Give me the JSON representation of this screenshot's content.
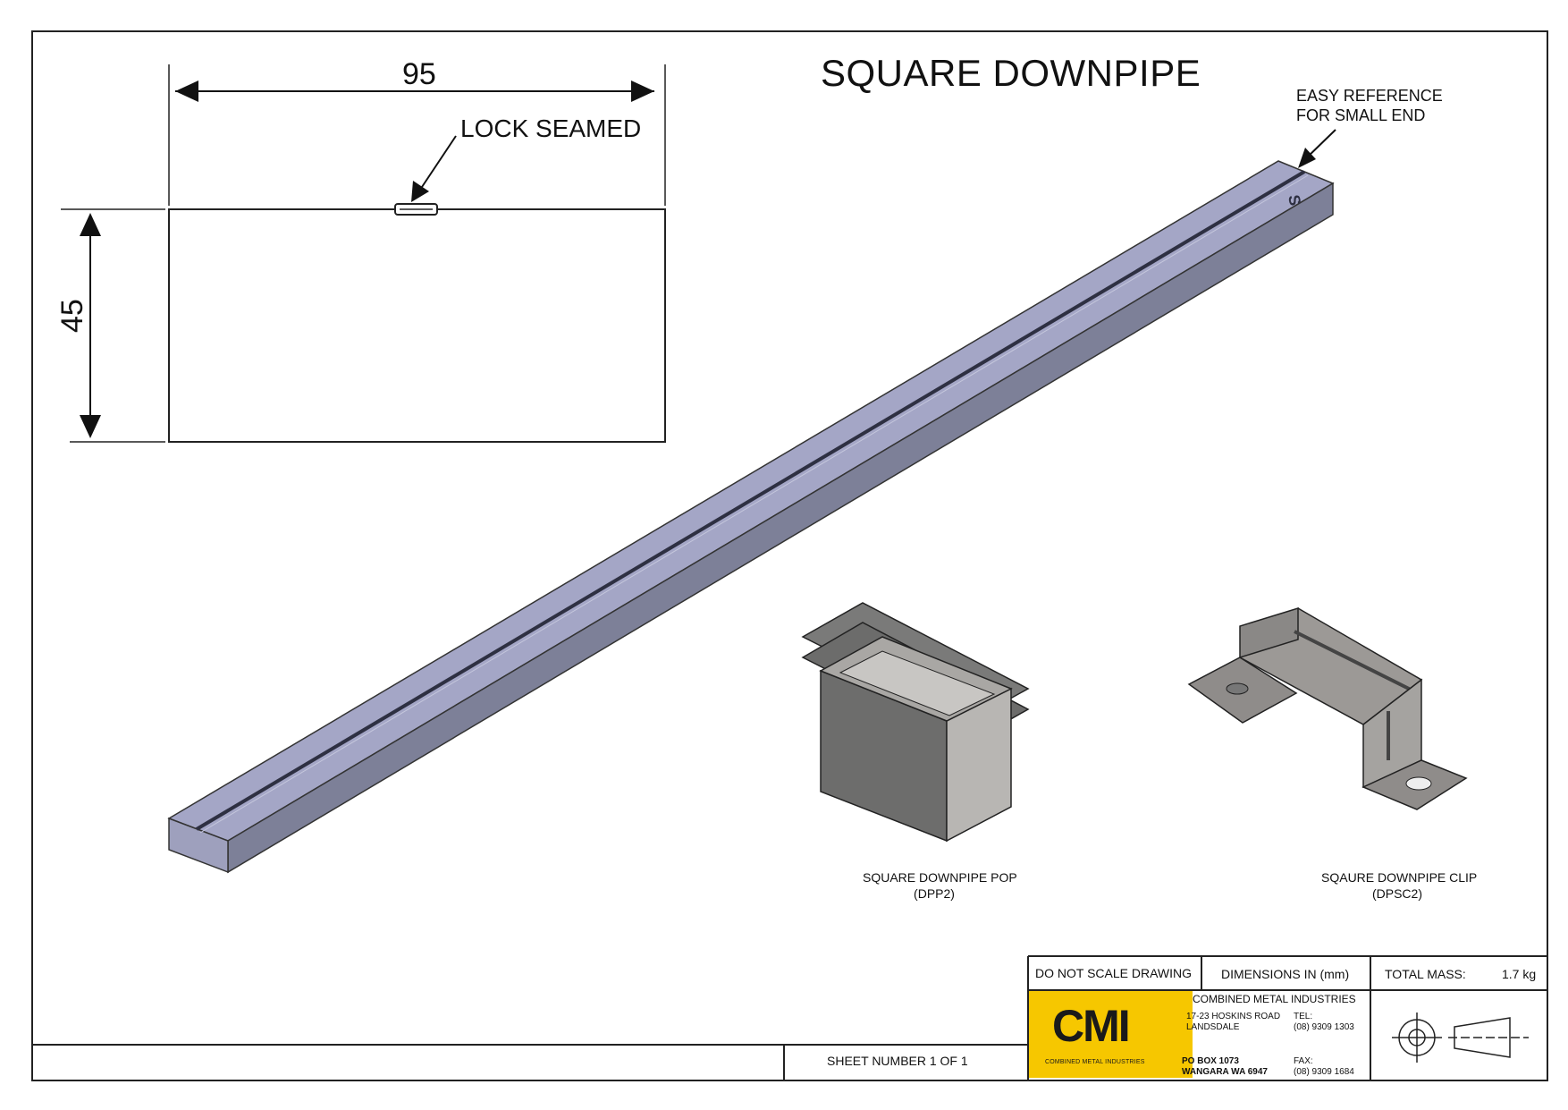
{
  "title": "SQUARE DOWNPIPE",
  "section": {
    "width": "95",
    "height": "45",
    "lock_seam_label": "LOCK SEAMED"
  },
  "small_end_note": {
    "line1": "EASY REFERENCE",
    "line2": "FOR SMALL END",
    "marking": "S"
  },
  "parts": {
    "pop": {
      "name": "SQUARE DOWNPIPE POP",
      "code": "(DPP2)"
    },
    "clip": {
      "name": "SQAURE DOWNPIPE CLIP",
      "code": "(DPSC2)"
    }
  },
  "title_block": {
    "do_not_scale": "DO NOT SCALE DRAWING",
    "dimensions": "DIMENSIONS IN (mm)",
    "total_mass_label": "TOTAL MASS:",
    "total_mass_value": "1.7 kg",
    "sheet": "SHEET NUMBER 1 OF 1",
    "logo_text": "CMI",
    "logo_sub": "COMBINED METAL INDUSTRIES",
    "company": "COMBINED METAL INDUSTRIES",
    "address1": "17-23 HOSKINS ROAD",
    "address2": "LANDSDALE",
    "tel_label": "TEL:",
    "tel": "(08) 9309 1303",
    "po1": "PO BOX 1073",
    "po2": "WANGARA WA 6947",
    "fax_label": "FAX:",
    "fax": "(08) 9309 1684"
  },
  "colors": {
    "pipe_top": "#a4a6c6",
    "pipe_side": "#7d8098",
    "pop_dark": "#6f6f6e",
    "pop_light": "#b8b6b3",
    "clip": "#9c9996",
    "logo": "#f6c700"
  }
}
